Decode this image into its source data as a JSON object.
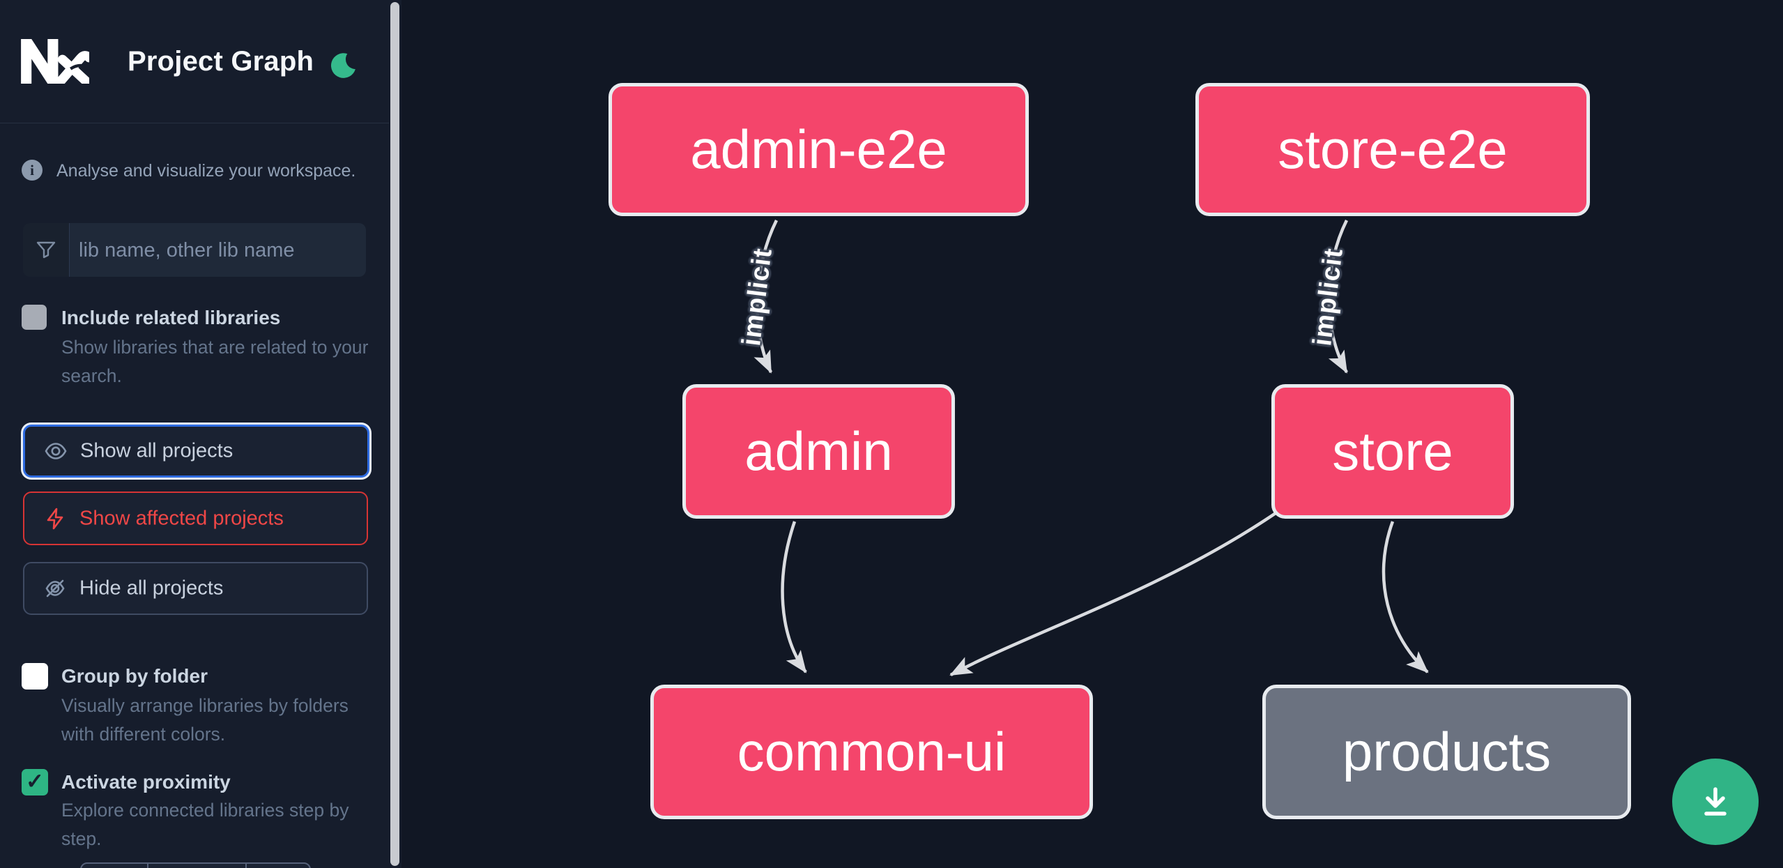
{
  "app": {
    "logo_text": "Nx",
    "title": "Project Graph"
  },
  "sidebar": {
    "tagline": "Analyse and visualize your workspace.",
    "search": {
      "placeholder": "lib name, other lib name",
      "value": ""
    },
    "include_related": {
      "label": "Include related libraries",
      "description": "Show libraries that are related to your search.",
      "checked": false
    },
    "actions": {
      "show_all": "Show all projects",
      "show_affected": "Show affected projects",
      "hide_all": "Hide all projects"
    },
    "group_by_folder": {
      "label": "Group by folder",
      "description": "Visually arrange libraries by folders with different colors.",
      "checked": false
    },
    "activate_proximity": {
      "label": "Activate proximity",
      "description": "Explore connected libraries step by step.",
      "checked": true,
      "check_glyph": "✓"
    }
  },
  "graph": {
    "nodes": [
      {
        "id": "admin-e2e",
        "label": "admin-e2e",
        "color": "pink"
      },
      {
        "id": "store-e2e",
        "label": "store-e2e",
        "color": "pink"
      },
      {
        "id": "admin",
        "label": "admin",
        "color": "pink"
      },
      {
        "id": "store",
        "label": "store",
        "color": "pink"
      },
      {
        "id": "common-ui",
        "label": "common-ui",
        "color": "pink"
      },
      {
        "id": "products",
        "label": "products",
        "color": "gray"
      }
    ],
    "edges": [
      {
        "source": "admin-e2e",
        "target": "admin",
        "label": "implicit"
      },
      {
        "source": "store-e2e",
        "target": "store",
        "label": "implicit"
      },
      {
        "source": "admin",
        "target": "common-ui",
        "label": ""
      },
      {
        "source": "store",
        "target": "common-ui",
        "label": ""
      },
      {
        "source": "store",
        "target": "products",
        "label": ""
      }
    ]
  },
  "icons": {
    "logo": "nx-logo",
    "theme_toggle": "moon-icon",
    "tagline": "info-icon",
    "search": "funnel-icon",
    "show_all": "eye-icon",
    "show_affected": "bolt-icon",
    "hide_all": "eye-off-icon",
    "fab": "download-icon"
  },
  "colors": {
    "node_pink": "#f4456b",
    "node_gray": "#6b7280",
    "node_border": "#e8ebef",
    "edge": "#e5e7eb",
    "accent_green": "#30b486",
    "focus_blue": "#2e6be0",
    "danger_red": "#f04747",
    "sidebar_bg": "#161d2c",
    "canvas_bg": "#111724"
  }
}
